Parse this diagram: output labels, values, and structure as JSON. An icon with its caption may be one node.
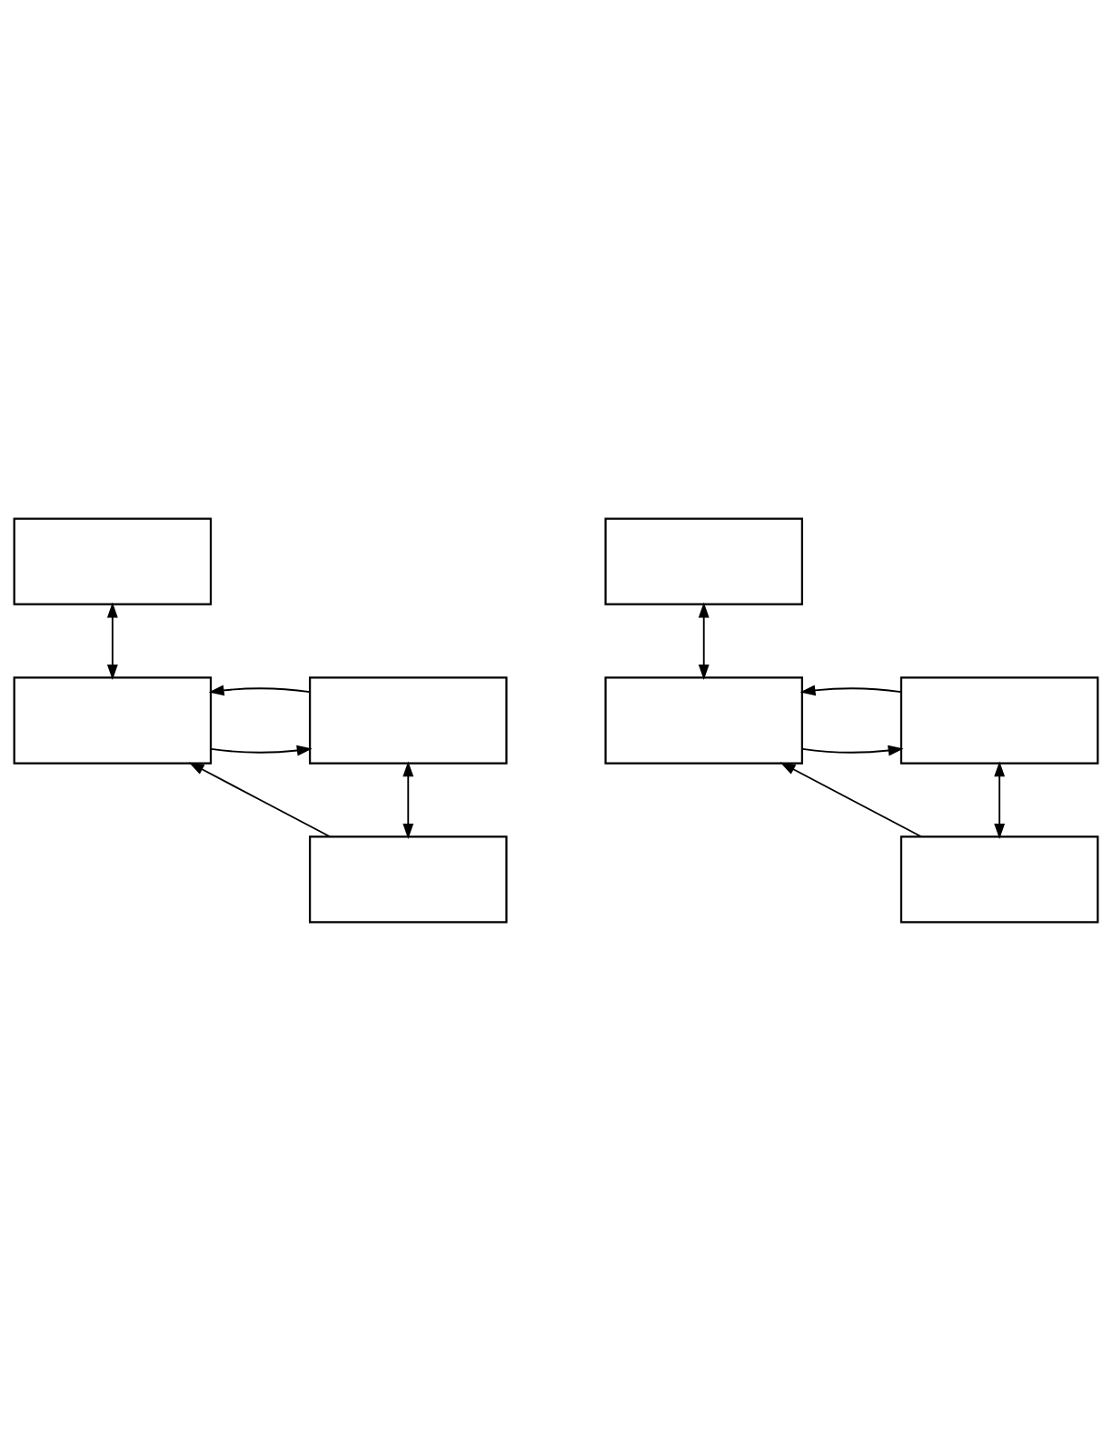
{
  "diagram": {
    "nodes": [
      {
        "text": [],
        "shape": "box"
      },
      {
        "text": [],
        "shape": "box"
      },
      {
        "text": [],
        "shape": "box"
      },
      {
        "text": [],
        "shape": "box"
      },
      {
        "text": [],
        "shape": "box"
      },
      {
        "text": [],
        "shape": "box"
      },
      {
        "text": [],
        "shape": "box"
      },
      {
        "text": [],
        "shape": "box"
      }
    ],
    "edges": [
      {
        "from": 0,
        "to": 1,
        "arrow": "both"
      },
      {
        "from": 1,
        "to": 2,
        "arrow": "to"
      },
      {
        "from": 2,
        "to": 3,
        "arrow": "both"
      },
      {
        "from": 2,
        "to": 1,
        "arrow": "to"
      },
      {
        "from": 3,
        "to": 1,
        "arrow": "to"
      },
      {
        "from": 4,
        "to": 5,
        "arrow": "both"
      },
      {
        "from": 5,
        "to": 6,
        "arrow": "to"
      },
      {
        "from": 6,
        "to": 7,
        "arrow": "both"
      },
      {
        "from": 6,
        "to": 5,
        "arrow": "to"
      },
      {
        "from": 7,
        "to": 5,
        "arrow": "to"
      }
    ]
  }
}
